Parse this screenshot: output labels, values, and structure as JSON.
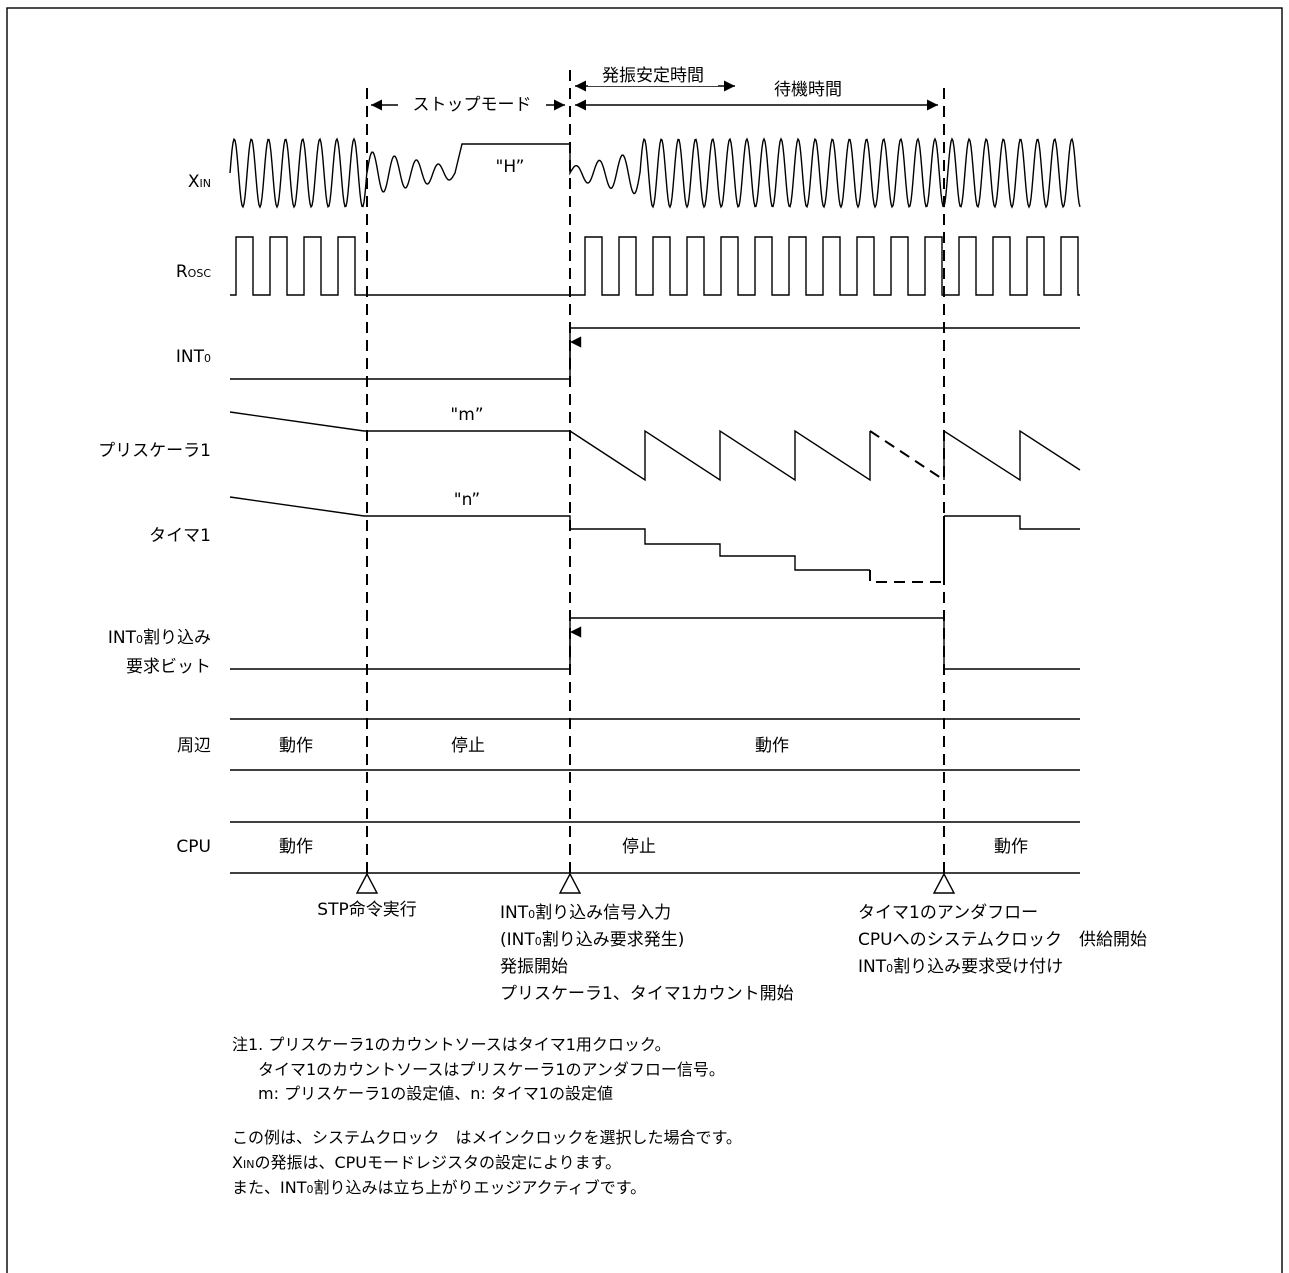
{
  "signals": {
    "xin": {
      "main": "X",
      "sub": "IN"
    },
    "rosc": {
      "main": "R",
      "sub": "OSC"
    },
    "int0": {
      "main": "INT",
      "sub": "0"
    },
    "prescaler": "プリスケーラ1",
    "timer": "タイマ1",
    "int0_req_line1_main": "INT",
    "int0_req_line1_sub": "0",
    "int0_req_line1_rest": "割り込み",
    "int0_req_line2": "要求ビット",
    "peripheral": "周辺",
    "cpu": "CPU"
  },
  "intervals": {
    "stop_mode": "ストップモード",
    "osc_stable": "発振安定時間",
    "wait": "待機時間"
  },
  "values": {
    "xin_high": "\"H”",
    "prescaler_value": "\"m”",
    "timer_value": "\"n”"
  },
  "states": {
    "peri_run_1": "動作",
    "peri_stop": "停止",
    "peri_run_2": "動作",
    "cpu_run_1": "動作",
    "cpu_stop": "停止",
    "cpu_run_2": "動作"
  },
  "events": {
    "stp": "STP命令実行",
    "int_1a": "INT",
    "int_1b": "0",
    "int_1c": "割り込み信号入力",
    "int_2a": "(INT",
    "int_2b": "0",
    "int_2c": "割り込み要求発生)",
    "int_3": "発振開始",
    "int_4": "プリスケーラ1、タイマ1カウント開始",
    "under_1": "タイマ1のアンダフロー",
    "under_2": "CPUへのシステムクロック　供給開始",
    "under_3a": "INT",
    "under_3b": "0",
    "under_3c": "割り込み要求受け付け"
  },
  "notes": {
    "n1": "注1. プリスケーラ1のカウントソースはタイマ1用クロック。",
    "n2": "タイマ1のカウントソースはプリスケーラ1のアンダフロー信号。",
    "n3": "m: プリスケーラ1の設定値、n: タイマ1の設定値",
    "p1": "この例は、システムクロック　はメインクロックを選択した場合です。",
    "p2a": "X",
    "p2b": "IN",
    "p2c": "の発振は、CPUモードレジスタの設定によります。",
    "p3a": "また、INT",
    "p3b": "0",
    "p3c": "割り込みは立ち上がりエッジアクティブです。"
  }
}
